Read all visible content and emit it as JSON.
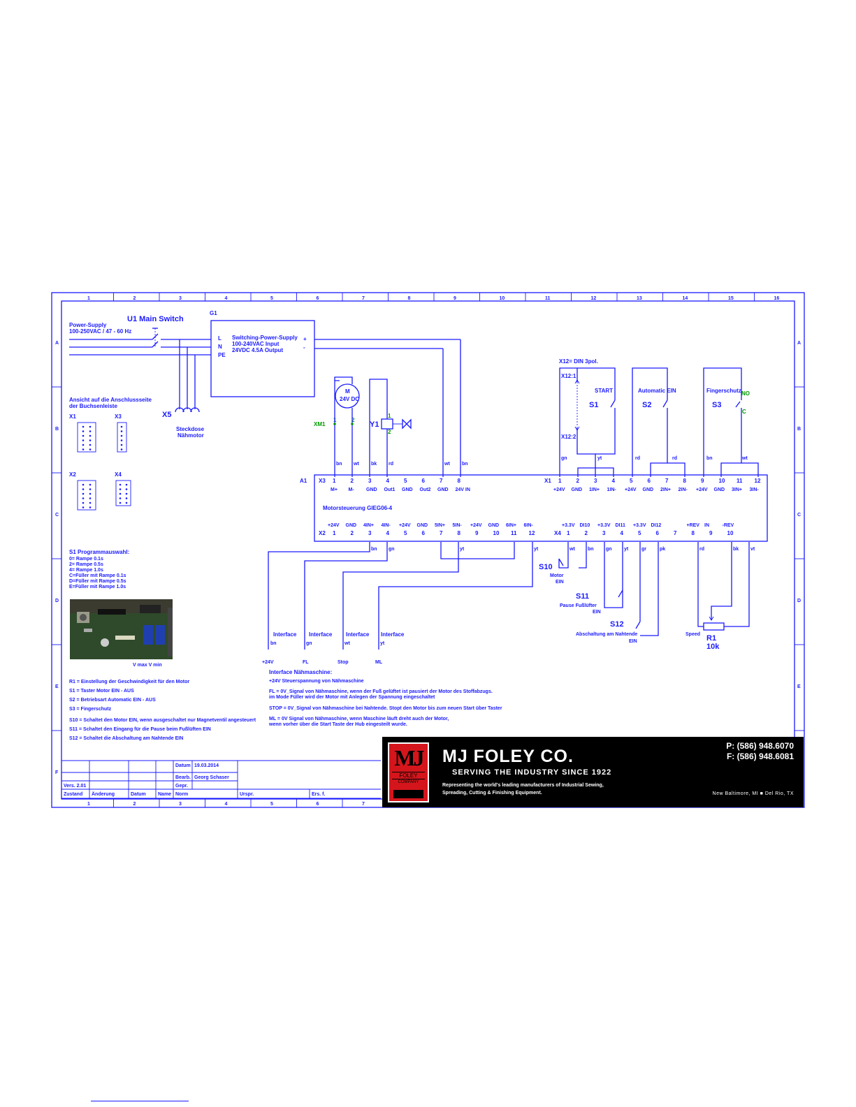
{
  "frame": {
    "columns": [
      "1",
      "2",
      "3",
      "4",
      "5",
      "6",
      "7",
      "8",
      "9",
      "10",
      "11",
      "12",
      "13",
      "14",
      "15",
      "16"
    ],
    "rows": [
      "A",
      "B",
      "C",
      "D",
      "E",
      "F"
    ],
    "bottom_columns": [
      "1",
      "2",
      "3",
      "4",
      "5",
      "6",
      "7"
    ]
  },
  "power": {
    "supply_label": "Power-Supply",
    "supply_spec": "100-250VAC / 47 - 60 Hz",
    "main_switch": "U1 Main Switch",
    "g1": "G1",
    "psu_l": "L",
    "psu_n": "N",
    "psu_pe": "PE",
    "psu_plus": "+",
    "psu_minus": "-",
    "psu_title": "Switching-Power-Supply",
    "psu_input": "100-240VAC Input",
    "psu_output": "24VDC 4.5A Output",
    "x5": "X5",
    "steckdose": "Steckdose",
    "nahmotor": "Nähmotor"
  },
  "connector_view": {
    "title1": "Ansicht auf die Anschlussseite",
    "title2": "der Buchsenleiste",
    "x1": "X1",
    "x3": "X3",
    "x2": "X2",
    "x4": "X4"
  },
  "motor": {
    "m": "M",
    "voltage": "24V DC",
    "xm1": "XM1",
    "pin1": "1",
    "pin2": "2",
    "y1": "Y1",
    "y1_pin1": "1",
    "y1_pin2": "2"
  },
  "switches": {
    "x12": "X12= DIN 3pol.",
    "x12_1": "X12:1",
    "x12_2": "X12:2",
    "start": "START",
    "s1": "S1",
    "automatic": "Automatic EIN",
    "s2": "S2",
    "fingerschutz": "Fingerschutz",
    "s3": "S3",
    "no": "NO",
    "c": "C"
  },
  "wires_top": {
    "left": [
      "bn",
      "wt",
      "bk",
      "rd",
      "wt",
      "bn"
    ],
    "right": [
      "gn",
      "yt",
      "rd",
      "rd",
      "bn",
      "wt"
    ]
  },
  "controller": {
    "a1": "A1",
    "x3": "X3",
    "x1": "X1",
    "x2": "X2",
    "x4": "X4",
    "name": "Motorsteuerung GIEG06-4",
    "x3_pins": [
      "1",
      "2",
      "3",
      "4",
      "5",
      "6",
      "7",
      "8"
    ],
    "x3_labels": [
      "M+",
      "M-",
      "GND",
      "Out1",
      "GND",
      "Out2",
      "GND",
      "24V IN"
    ],
    "x1_pins": [
      "1",
      "2",
      "3",
      "4",
      "5",
      "6",
      "7",
      "8",
      "9",
      "10",
      "11",
      "12"
    ],
    "x1_labels": [
      "+24V",
      "GND",
      "1IN+",
      "1IN-",
      "+24V",
      "GND",
      "2IN+",
      "2IN-",
      "+24V",
      "GND",
      "3IN+",
      "3IN-"
    ],
    "x2_labels": [
      "+24V",
      "GND",
      "4IN+",
      "4IN-",
      "+24V",
      "GND",
      "5IN+",
      "5IN-",
      "+24V",
      "GND",
      "6IN+",
      "6IN-"
    ],
    "x2_pins": [
      "1",
      "2",
      "3",
      "4",
      "5",
      "6",
      "7",
      "8",
      "9",
      "10",
      "11",
      "12"
    ],
    "x4_labels": [
      "+3.3V",
      "DI10",
      "+3.3V",
      "DI11",
      "+3.3V",
      "DI12",
      "",
      "+REV",
      "IN",
      "-REV"
    ],
    "x4_pins": [
      "1",
      "2",
      "3",
      "4",
      "5",
      "6",
      "7",
      "8",
      "9",
      "10"
    ]
  },
  "wires_bottom": {
    "x2": [
      "bn",
      "gn",
      "yt",
      "yt"
    ],
    "x4": [
      "wt",
      "bn",
      "gn",
      "yt",
      "gr",
      "pk",
      "rd",
      "bk",
      "vt"
    ]
  },
  "lower_switches": {
    "s10": "S10",
    "s10_label1": "Motor",
    "s10_label2": "EIN",
    "s11": "S11",
    "s11_label1": "Pause Fußlüfter",
    "s11_label2": "EIN",
    "s12": "S12",
    "s12_label1": "Abschaltung am Nahtende",
    "s12_label2": "EIN",
    "speed": "Speed",
    "r1": "R1",
    "r1_value": "10k"
  },
  "interfaces": [
    {
      "title": "Interface",
      "wire": "bn",
      "name": "+24V"
    },
    {
      "title": "Interface",
      "wire": "gn",
      "name": "FL"
    },
    {
      "title": "Interface",
      "wire": "wt",
      "name": "Stop"
    },
    {
      "title": "Interface",
      "wire": "yt",
      "name": "ML"
    }
  ],
  "programs": {
    "title": "S1 Programmauswahl:",
    "lines": [
      "0= Rampe 0.1s",
      "2= Rampe 0.5s",
      "4= Rampe 1.0s",
      "C=Füller mit Rampe 0.1s",
      "D=Füller mit Rampe 0.5s",
      "E=Füller mit Rampe 1.0s"
    ],
    "photo_caption": "V max V min"
  },
  "legend": [
    "R1 = Einstellung der Geschwindigkeit für den Motor",
    "S1 = Taster Motor EIN - AUS",
    "S2 = Betriebsart Automatic EIN - AUS",
    "S3 = Fingerschutz",
    "S10 = Schaltet den Motor EIN, wenn ausgeschaltet nur Magnetventil angesteuert",
    "S11 = Schaltet den Eingang für die Pause beim Fußlüften EIN",
    "S12 = Schaltet die Abschaltung am Nahtende EIN"
  ],
  "interface_notes": {
    "title": "Interface Nähmaschine:",
    "lines": [
      "+24V Steuerspannung von Nähmaschine",
      "FL = 0V_Signal von Nähmaschine, wenn der Fuß gelüftet ist pausiert der Motor des Stoffabzugs.",
      "im Mode Füller wird der Motor mit Anlegen der Spannung eingeschaltet",
      "STOP = 0V_Signal von Nähmaschine bei Nahtende. Stopt den Motor bis zum neuen Start über Taster",
      "ML = 0V Signal von Nähmaschine, wenn Maschine läuft dreht auch der Motor,",
      "wenn vorher über die Start Taste der Hub eingesteilt wurde."
    ]
  },
  "title_block": {
    "datum_label": "Datum",
    "datum_value": "19.03.2014",
    "bearb_label": "Bearb.",
    "bearb_value": "Georg Schaser",
    "gepr_label": "Gepr.",
    "norm_label": "Norm",
    "vers": "Vers. 2.01",
    "zustand": "Zustand",
    "anderung": "Änderung",
    "datum2": "Datum",
    "name": "Name",
    "urspr": "Urspr.",
    "ers": "Ers. f."
  },
  "company": {
    "logo_mj": "MJ",
    "logo_foley": "FOLEY",
    "logo_company": "COMPANY",
    "name": "MJ FOLEY CO.",
    "tagline": "SERVING THE INDUSTRY SINCE 1922",
    "desc1": "Representing the world's leading manufacturers of Industrial Sewing,",
    "desc2": "Spreading, Cutting & Finishing Equipment.",
    "phone": "P: (586) 948.6070",
    "fax": "F: (586) 948.6081",
    "locations": "New Baltimore, MI   ■   Del Rio, TX"
  }
}
